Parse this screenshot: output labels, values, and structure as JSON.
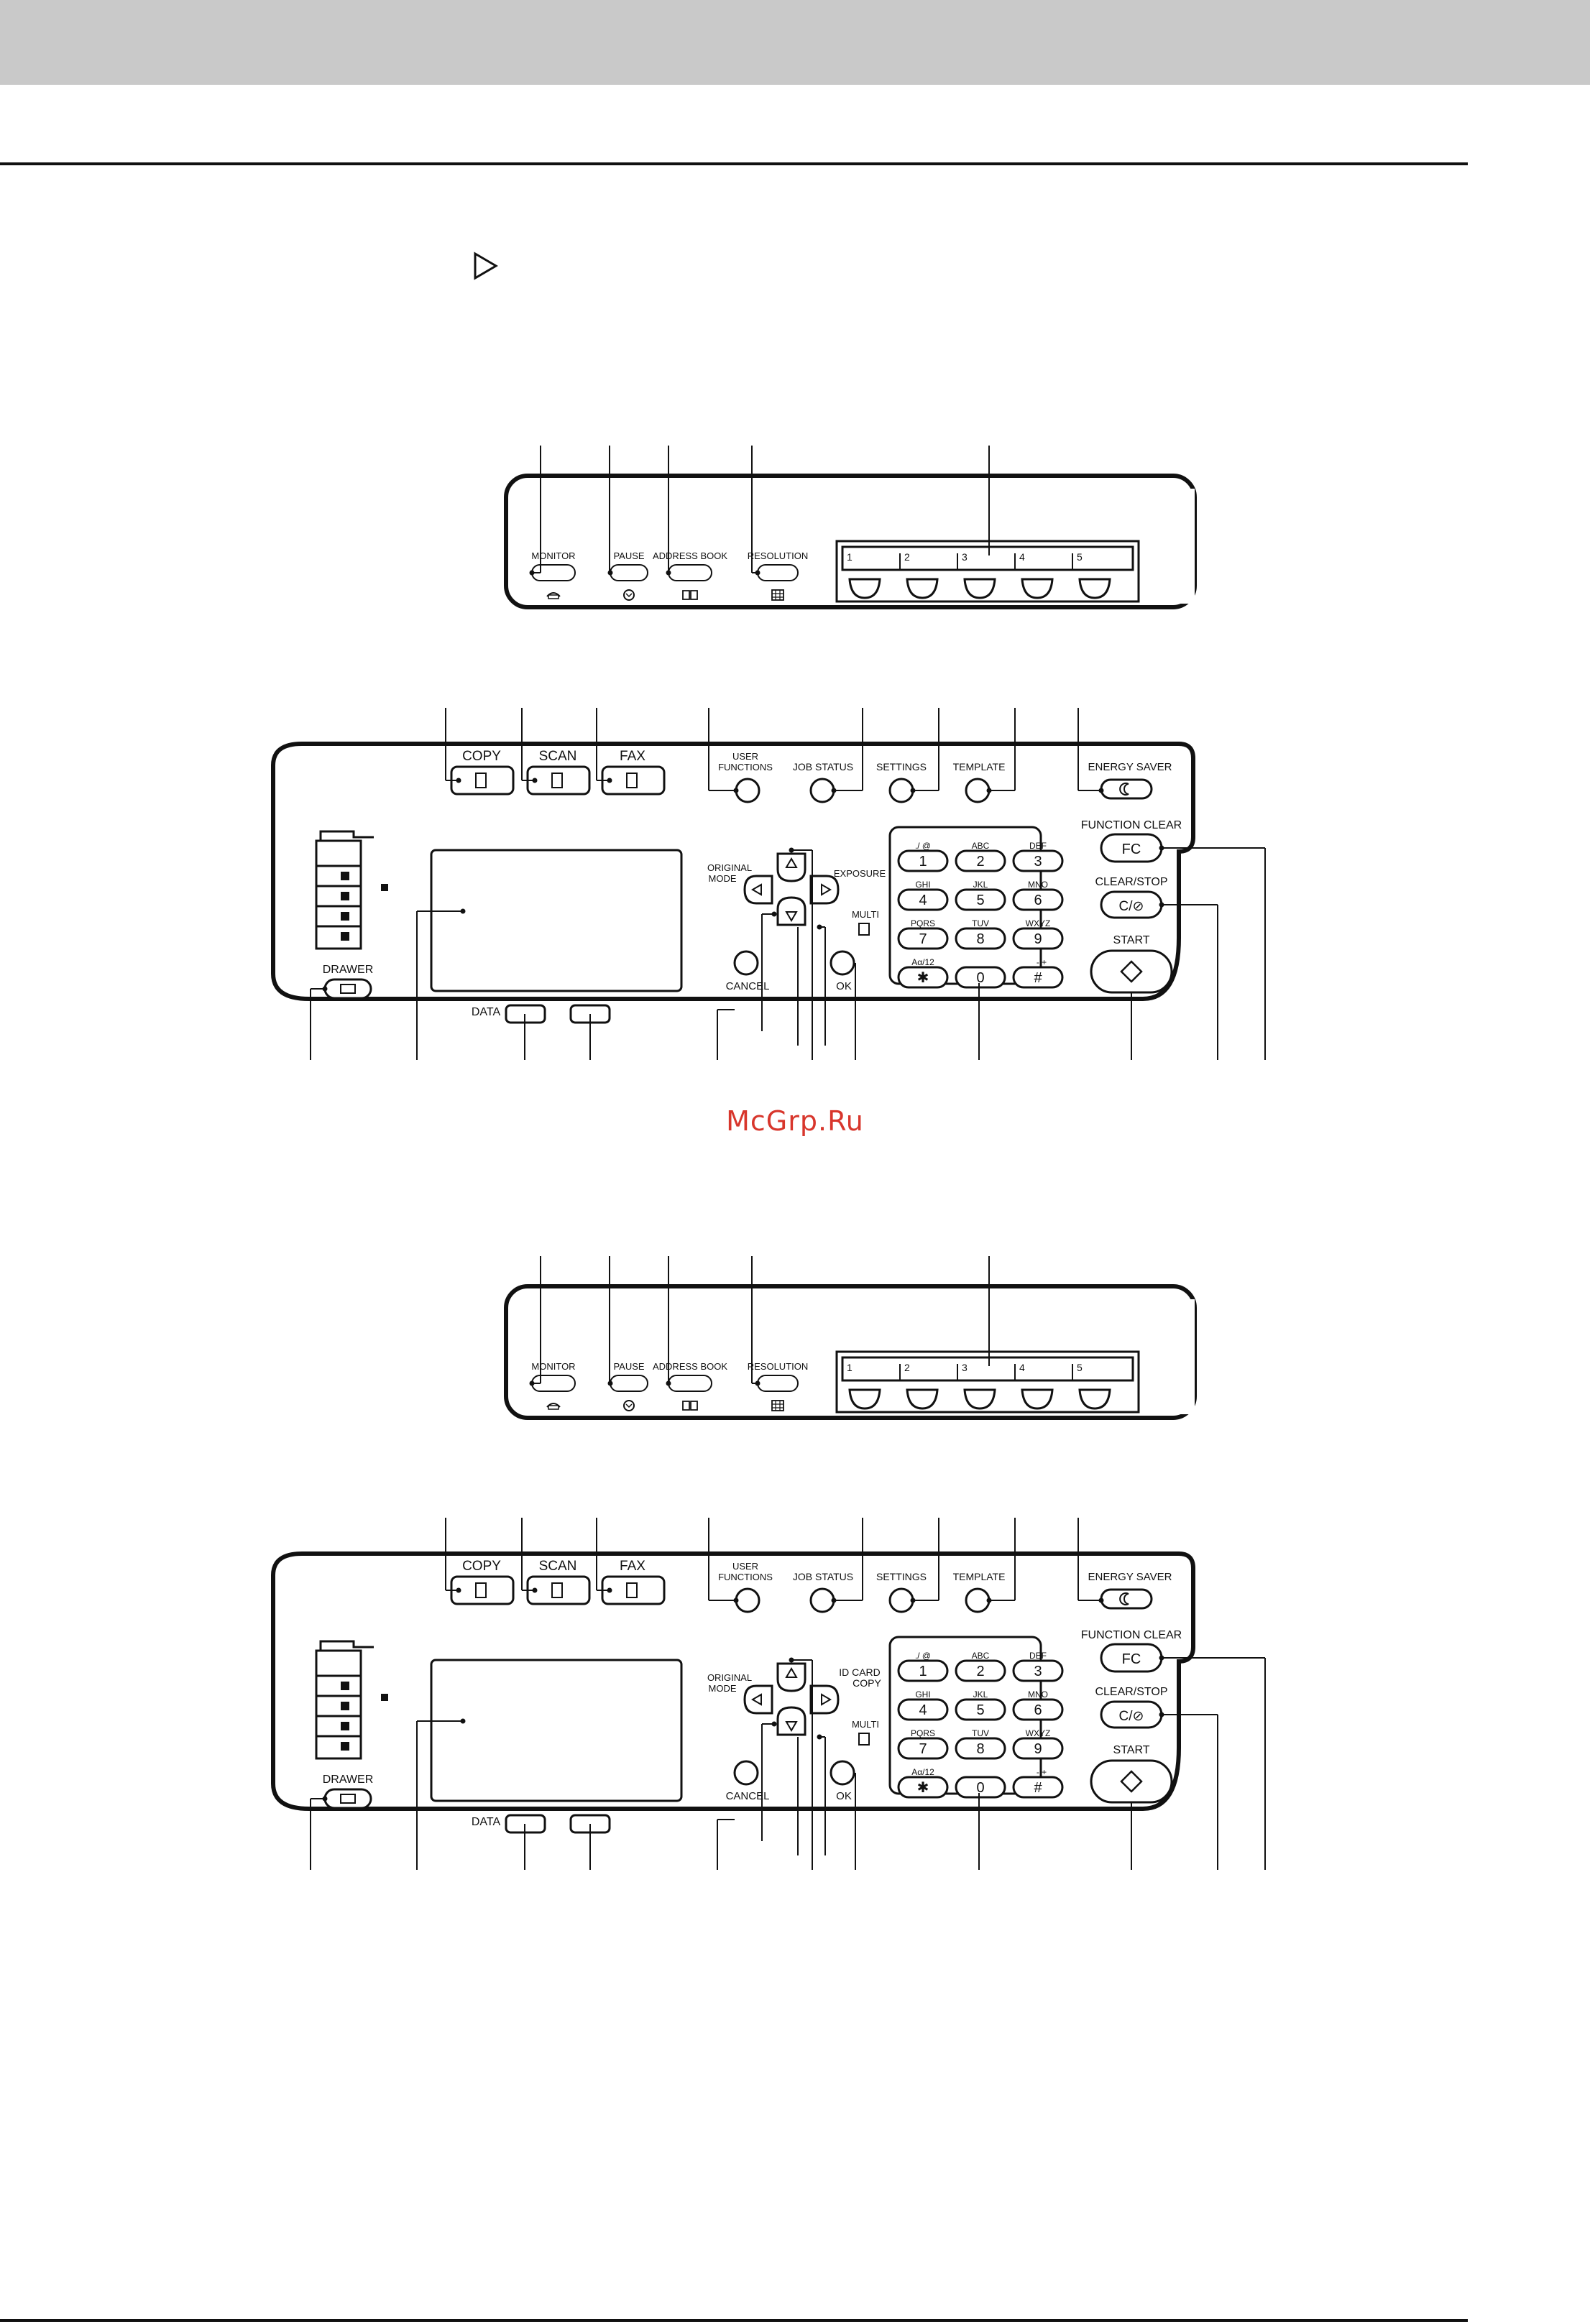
{
  "page": {
    "watermark": "McGrp.Ru",
    "marker_icon": "play-triangle-icon"
  },
  "fax_unit": {
    "buttons": [
      "MONITOR",
      "PAUSE",
      "ADDRESS BOOK",
      "RESOLUTION"
    ],
    "icons": [
      "handset-icon",
      "pause-icon",
      "book-icon",
      "grid-icon"
    ],
    "one_touch_numbers": [
      "1",
      "2",
      "3",
      "4",
      "5"
    ]
  },
  "control_panel_a": {
    "function_keys": [
      "COPY",
      "SCAN",
      "FAX"
    ],
    "top_buttons": [
      "USER",
      "FUNCTIONS",
      "JOB STATUS",
      "SETTINGS",
      "TEMPLATE",
      "ENERGY SAVER"
    ],
    "drawer_label": "DRAWER",
    "data_label": "DATA",
    "original_mode_label": [
      "ORIGINAL",
      "MODE"
    ],
    "right_arrow_label": [
      "EXPOSURE"
    ],
    "multi_label": "MULTI",
    "cancel_label": "CANCEL",
    "ok_label": "OK",
    "function_clear_label": "FUNCTION CLEAR",
    "function_clear_key": "FC",
    "clear_stop_label": "CLEAR/STOP",
    "clear_stop_key": "C/⊘",
    "start_label": "START",
    "keypad": [
      {
        "sub": "./ @",
        "key": "1"
      },
      {
        "sub": "ABC",
        "key": "2"
      },
      {
        "sub": "DEF",
        "key": "3"
      },
      {
        "sub": "GHI",
        "key": "4"
      },
      {
        "sub": "JKL",
        "key": "5"
      },
      {
        "sub": "MNO",
        "key": "6"
      },
      {
        "sub": "PQRS",
        "key": "7"
      },
      {
        "sub": "TUV",
        "key": "8"
      },
      {
        "sub": "WXYZ",
        "key": "9"
      },
      {
        "sub": "Aα/12",
        "key": "✱"
      },
      {
        "sub": "",
        "key": "0"
      },
      {
        "sub": "_ - +",
        "key": "#"
      }
    ]
  },
  "control_panel_b": {
    "right_arrow_label": [
      "ID CARD",
      "COPY"
    ]
  }
}
